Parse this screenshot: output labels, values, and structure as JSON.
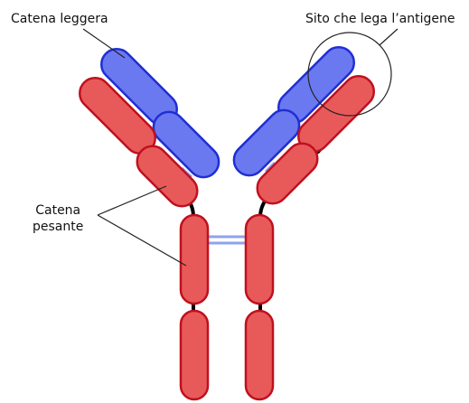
{
  "labels": {
    "light_chain": "Catena leggera",
    "antigen_site": "Sito che lega l’antigene",
    "heavy_chain_line1": "Catena",
    "heavy_chain_line2": "pesante"
  },
  "colors": {
    "heavy_fill": "#e85a5a",
    "heavy_stroke": "#c0101e",
    "light_fill": "#6b79f0",
    "light_stroke": "#1f2fd4",
    "disulfide": "#8fa2ee",
    "hinge": "#000000"
  }
}
